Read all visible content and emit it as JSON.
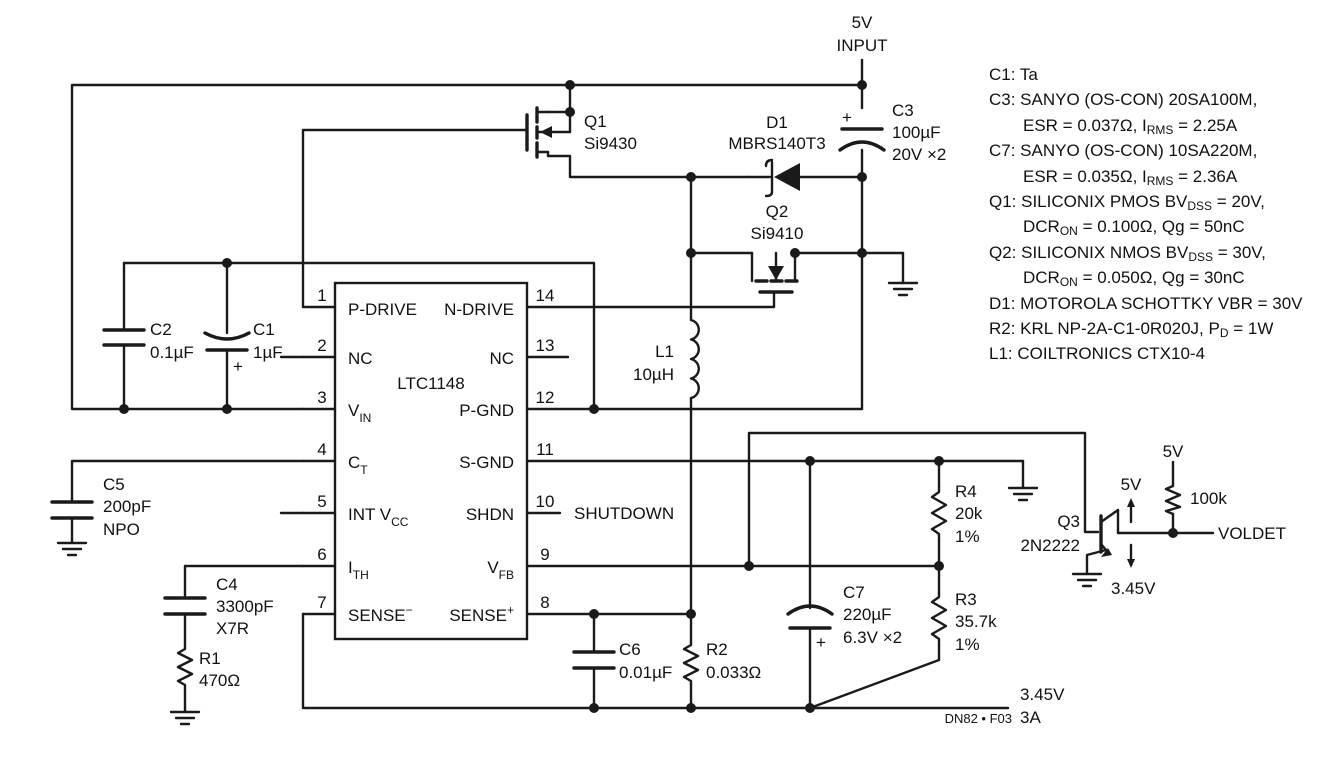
{
  "input": {
    "voltage": "5V",
    "label": "INPUT"
  },
  "ic": {
    "name": "LTC1148",
    "pins": [
      {
        "num": "1",
        "name": "P-DRIVE"
      },
      {
        "num": "2",
        "name": "NC"
      },
      {
        "num": "3",
        "name": "V",
        "sub": "IN"
      },
      {
        "num": "4",
        "name": "C",
        "sub": "T"
      },
      {
        "num": "5",
        "name": "INT V",
        "sub": "CC"
      },
      {
        "num": "6",
        "name": "I",
        "sub": "TH"
      },
      {
        "num": "7",
        "name": "SENSE",
        "sup": "−"
      },
      {
        "num": "14",
        "name": "N-DRIVE"
      },
      {
        "num": "13",
        "name": "NC"
      },
      {
        "num": "12",
        "name": "P-GND"
      },
      {
        "num": "11",
        "name": "S-GND"
      },
      {
        "num": "10",
        "name": "SHDN"
      },
      {
        "num": "9",
        "name": "V",
        "sub": "FB"
      },
      {
        "num": "8",
        "name": "SENSE",
        "sup": "+"
      }
    ]
  },
  "components": {
    "q1": {
      "ref": "Q1",
      "value": "Si9430"
    },
    "q2": {
      "ref": "Q2",
      "value": "Si9410"
    },
    "q3": {
      "ref": "Q3",
      "value": "2N2222"
    },
    "d1": {
      "ref": "D1",
      "value": "MBRS140T3"
    },
    "c1": {
      "ref": "C1",
      "value": "1µF"
    },
    "c2": {
      "ref": "C2",
      "value": "0.1µF"
    },
    "c3": {
      "ref": "C3",
      "value": "100µF",
      "rating": "20V ×2"
    },
    "c4": {
      "ref": "C4",
      "value": "3300pF",
      "type": "X7R"
    },
    "c5": {
      "ref": "C5",
      "value": "200pF",
      "type": "NPO"
    },
    "c6": {
      "ref": "C6",
      "value": "0.01µF"
    },
    "c7": {
      "ref": "C7",
      "value": "220µF",
      "rating": "6.3V ×2"
    },
    "l1": {
      "ref": "L1",
      "value": "10µH"
    },
    "r1": {
      "ref": "R1",
      "value": "470Ω"
    },
    "r2": {
      "ref": "R2",
      "value": "0.033Ω"
    },
    "r3": {
      "ref": "R3",
      "value": "35.7k",
      "tol": "1%"
    },
    "r4": {
      "ref": "R4",
      "value": "20k",
      "tol": "1%"
    },
    "rpull": {
      "value": "100k"
    }
  },
  "labels": {
    "shutdown": "SHUTDOWN",
    "voldet": "VOLDET",
    "supply5v": "5V",
    "q3_high": "5V",
    "q3_low": "3.45V",
    "output_voltage": "3.45V",
    "output_current": "3A",
    "figure_id": "DN82 • F03",
    "plus": "+"
  },
  "notes": [
    {
      "text": "C1: Ta"
    },
    {
      "text": "C3: SANYO (OS-CON) 20SA100M,"
    },
    {
      "indent": true,
      "parts": [
        "ESR = 0.037Ω, I",
        {
          "sub": "RMS"
        },
        " = 2.25A"
      ]
    },
    {
      "text": "C7: SANYO (OS-CON) 10SA220M,"
    },
    {
      "indent": true,
      "parts": [
        "ESR = 0.035Ω, I",
        {
          "sub": "RMS"
        },
        " = 2.36A"
      ]
    },
    {
      "parts": [
        "Q1: SILICONIX PMOS BV",
        {
          "sub": "DSS"
        },
        " = 20V,"
      ]
    },
    {
      "indent": true,
      "parts": [
        "DCR",
        {
          "sub": "ON"
        },
        " = 0.100Ω, Qg = 50nC"
      ]
    },
    {
      "parts": [
        "Q2: SILICONIX NMOS BV",
        {
          "sub": "DSS"
        },
        " = 30V,"
      ]
    },
    {
      "indent": true,
      "parts": [
        "DCR",
        {
          "sub": "ON"
        },
        " = 0.050Ω, Qg = 30nC"
      ]
    },
    {
      "text": "D1: MOTOROLA SCHOTTKY VBR = 30V"
    },
    {
      "parts": [
        "R2: KRL NP-2A-C1-0R020J, P",
        {
          "sub": "D"
        },
        " = 1W"
      ]
    },
    {
      "text": "L1: COILTRONICS CTX10-4"
    }
  ]
}
